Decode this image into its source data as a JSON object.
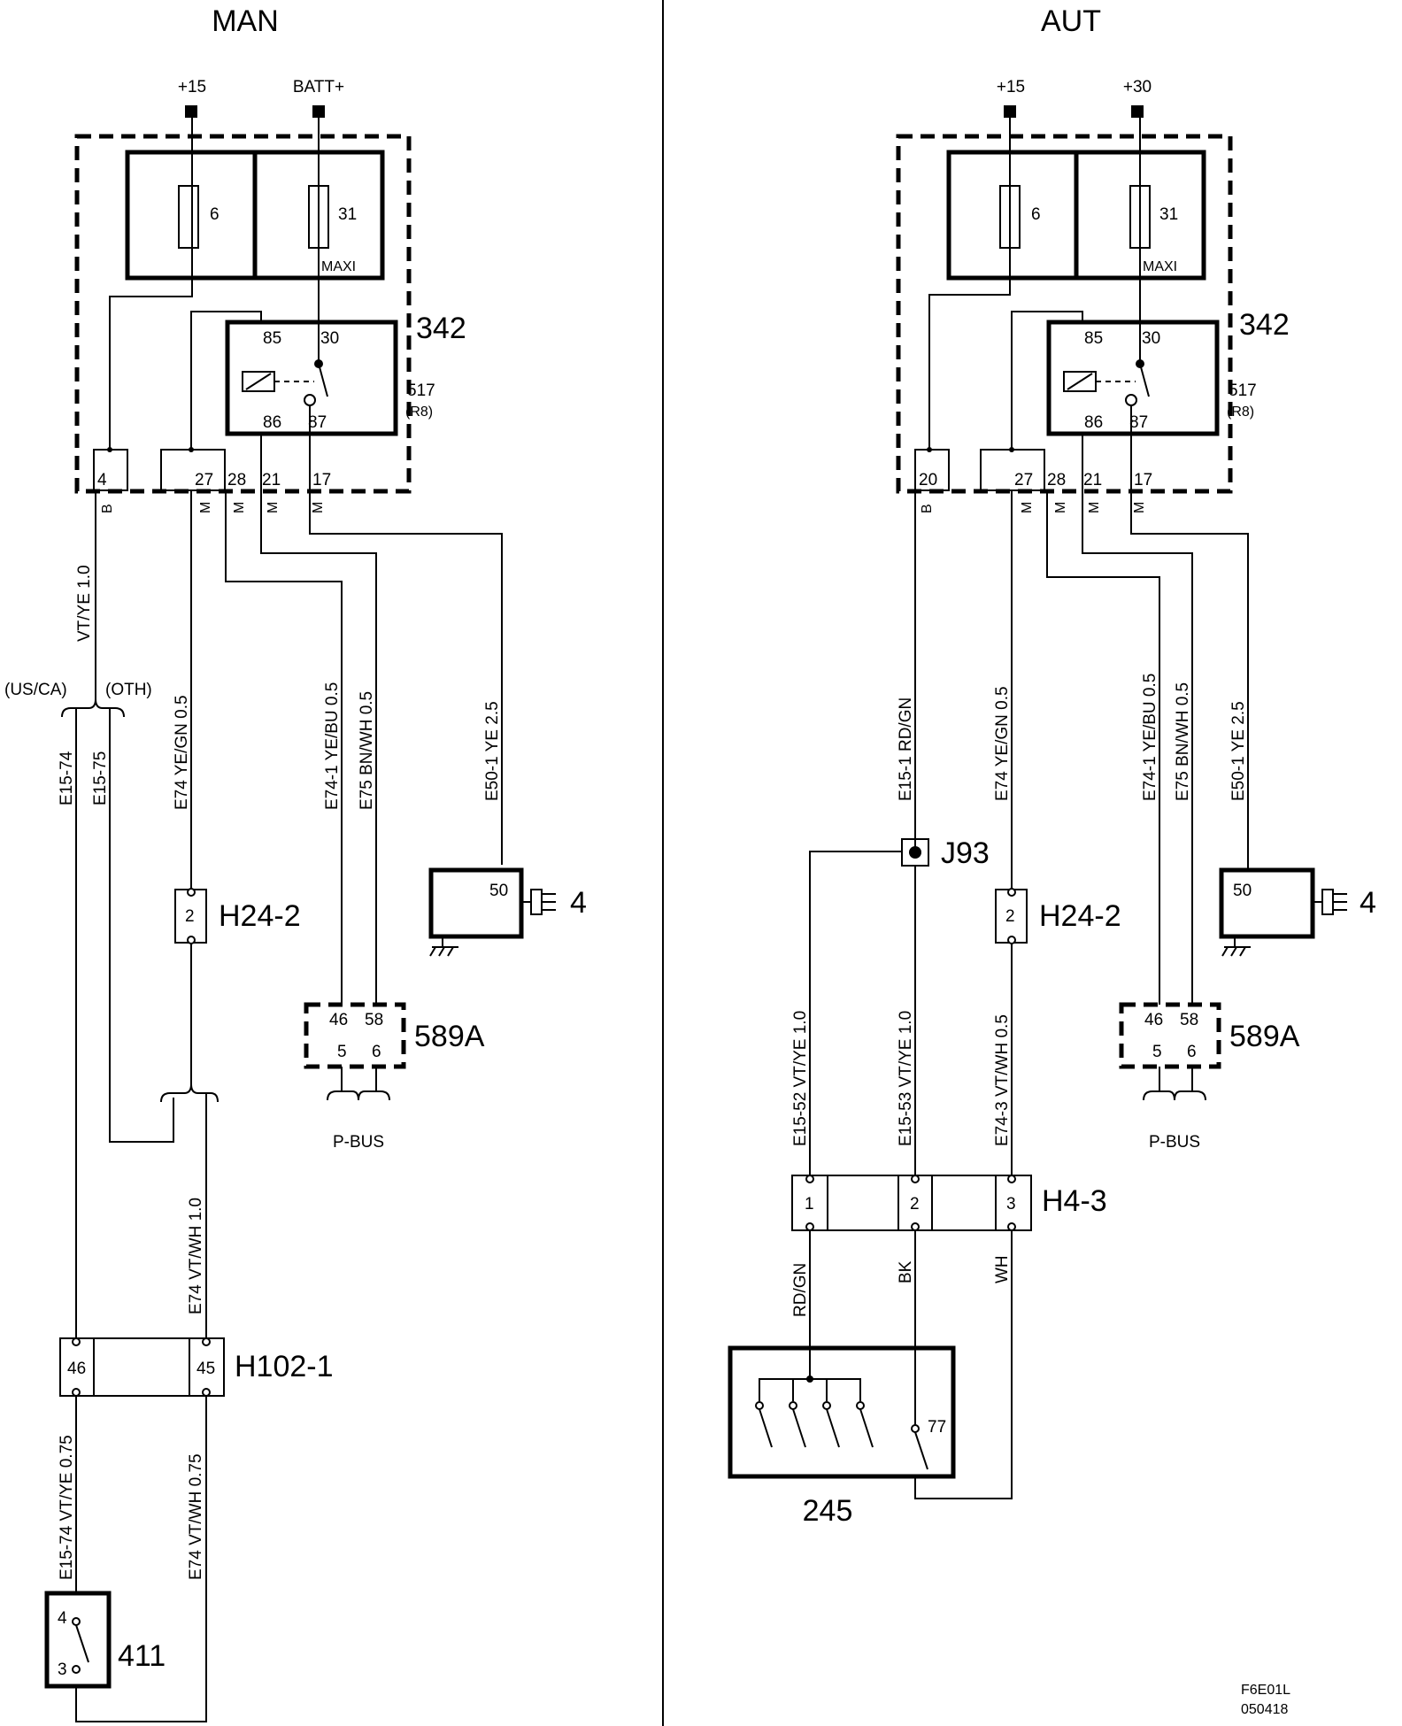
{
  "sections": {
    "left": "MAN",
    "right": "AUT"
  },
  "man": {
    "supply": [
      "+15",
      "BATT+"
    ],
    "fuse_box": {
      "id": "342",
      "fuses": [
        "6",
        "31"
      ],
      "maxi": "MAXI"
    },
    "relay": {
      "id": "517",
      "sub": "(R8)",
      "pins": [
        "85",
        "30",
        "86",
        "87"
      ]
    },
    "connector_pins": [
      "4",
      "27",
      "28",
      "21",
      "17"
    ],
    "connector_codes": [
      "B",
      "M",
      "M",
      "M",
      "M"
    ],
    "region": [
      "(US/CA)",
      "(OTH)"
    ],
    "wires": {
      "w1": "VT/YE  1.0",
      "w2": "E74  YE/GN  0.5",
      "w3": "E74-1  YE/BU  0.5",
      "w4": "E75   BN/WH  0.5",
      "w5": "E50-1  YE  2.5",
      "w6": "E15-74",
      "w7": "E15-75",
      "w8": "E74 VT/WH  1.0",
      "w9": "E15-74  VT/YE  0.75",
      "w10": "E74   VT/WH 0.75"
    },
    "h24": {
      "id": "H24-2",
      "pin": "2"
    },
    "starter": {
      "pin": "50",
      "id": "4"
    },
    "bus_conn": {
      "id": "589A",
      "pins": [
        "46",
        "58",
        "5",
        "6"
      ],
      "bus": "P-BUS"
    },
    "h102": {
      "id": "H102-1",
      "pins": [
        "46",
        "45"
      ]
    },
    "sw411": {
      "id": "411",
      "pins": [
        "4",
        "3"
      ]
    }
  },
  "aut": {
    "supply": [
      "+15",
      "+30"
    ],
    "fuse_box": {
      "id": "342",
      "fuses": [
        "6",
        "31"
      ],
      "maxi": "MAXI"
    },
    "relay": {
      "id": "517",
      "sub": "(R8)",
      "pins": [
        "85",
        "30",
        "86",
        "87"
      ]
    },
    "connector_pins": [
      "20",
      "27",
      "28",
      "21",
      "17"
    ],
    "connector_codes": [
      "B",
      "M",
      "M",
      "M",
      "M"
    ],
    "wires": {
      "w1": "E15-1  RD/GN",
      "w2": "E74  YE/GN  0.5",
      "w3": "E74-1  YE/BU  0.5",
      "w4": "E75  BN/WH  0.5",
      "w5": "E50-1  YE  2.5",
      "w6": "E15-52  VT/YE  1.0",
      "w7": "E15-53  VT/YE  1.0",
      "w8": "E74-3  VT/WH  0.5",
      "w9": "RD/GN",
      "w10": "BK",
      "w11": "WH"
    },
    "j93": "J93",
    "h24": {
      "id": "H24-2",
      "pin": "2"
    },
    "starter": {
      "pin": "50",
      "id": "4"
    },
    "bus_conn": {
      "id": "589A",
      "pins": [
        "46",
        "58",
        "5",
        "6"
      ],
      "bus": "P-BUS"
    },
    "h4": {
      "id": "H4-3",
      "pins": [
        "1",
        "2",
        "3"
      ]
    },
    "sw245": {
      "id": "245",
      "pin": "77"
    }
  },
  "footer": {
    "code": "F6E01L",
    "date": "050418"
  }
}
